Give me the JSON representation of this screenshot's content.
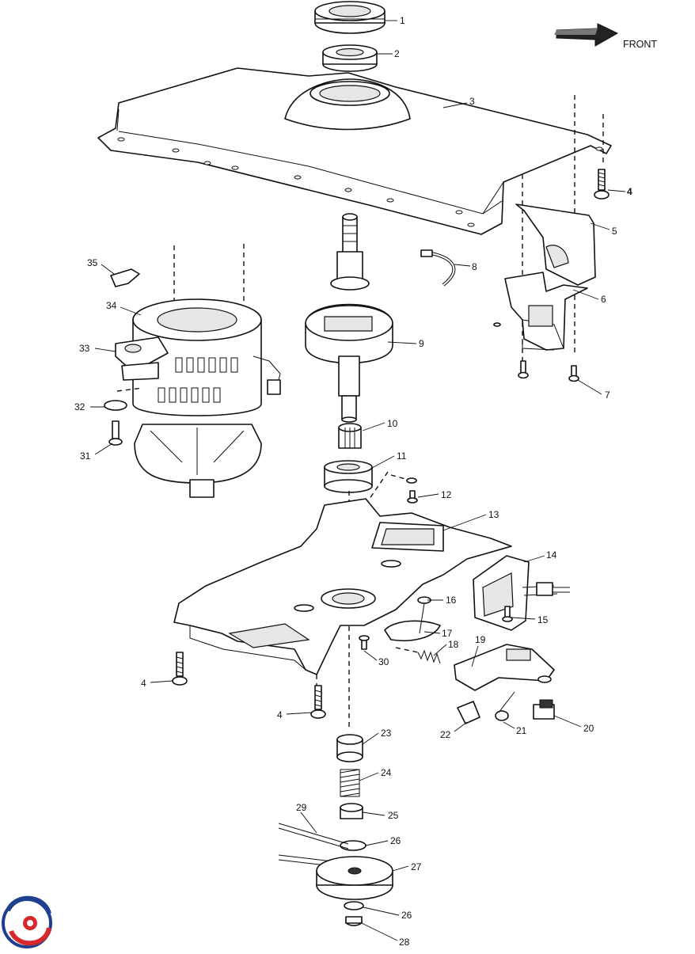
{
  "front_label": "FRONT",
  "parts": [
    {
      "id": "p1",
      "label": "1"
    },
    {
      "id": "p2",
      "label": "2"
    },
    {
      "id": "p3",
      "label": "3"
    },
    {
      "id": "p4a",
      "label": "4"
    },
    {
      "id": "p5",
      "label": "5"
    },
    {
      "id": "p6",
      "label": "6"
    },
    {
      "id": "p7",
      "label": "7"
    },
    {
      "id": "p8",
      "label": "8"
    },
    {
      "id": "p9",
      "label": "9"
    },
    {
      "id": "p10",
      "label": "10"
    },
    {
      "id": "p11",
      "label": "11"
    },
    {
      "id": "p12",
      "label": "12"
    },
    {
      "id": "p13",
      "label": "13"
    },
    {
      "id": "p14",
      "label": "14"
    },
    {
      "id": "p15",
      "label": "15"
    },
    {
      "id": "p16",
      "label": "16"
    },
    {
      "id": "p17",
      "label": "17"
    },
    {
      "id": "p18",
      "label": "18"
    },
    {
      "id": "p19",
      "label": "19"
    },
    {
      "id": "p20",
      "label": "20"
    },
    {
      "id": "p21",
      "label": "21"
    },
    {
      "id": "p22",
      "label": "22"
    },
    {
      "id": "p23",
      "label": "23"
    },
    {
      "id": "p24",
      "label": "24"
    },
    {
      "id": "p25",
      "label": "25"
    },
    {
      "id": "p26a",
      "label": "26"
    },
    {
      "id": "p27",
      "label": "27"
    },
    {
      "id": "p26b",
      "label": "26"
    },
    {
      "id": "p28",
      "label": "28"
    },
    {
      "id": "p29",
      "label": "29"
    },
    {
      "id": "p30",
      "label": "30"
    },
    {
      "id": "p31",
      "label": "31"
    },
    {
      "id": "p32",
      "label": "32"
    },
    {
      "id": "p33",
      "label": "33"
    },
    {
      "id": "p34",
      "label": "34"
    },
    {
      "id": "p35",
      "label": "35"
    },
    {
      "id": "p4b",
      "label": "4"
    },
    {
      "id": "p4c",
      "label": "4"
    }
  ],
  "colors": {
    "line": "#111111",
    "logo_blue": "#1f3f8f",
    "logo_red": "#d6282d"
  }
}
